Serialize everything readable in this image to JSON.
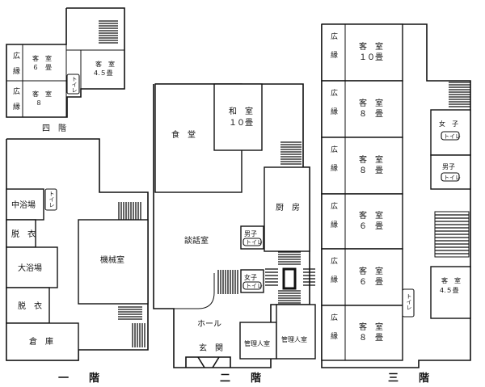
{
  "floors": {
    "f4": {
      "title": "四　階",
      "rooms": {
        "engawa_1": "広縁",
        "guest_6_name": "客　室",
        "guest_6_size": "６　畳",
        "engawa_2": "広縁",
        "guest_8_name": "客　室",
        "guest_8_size": "８",
        "toilet": "トイレ",
        "guest_45_name": "客　室",
        "guest_45_size": "4.５畳"
      }
    },
    "f1": {
      "title": "一　階",
      "rooms": {
        "small_bath": "中浴場",
        "toilet": "トイレ",
        "changing_1": "脱　衣",
        "large_bath": "大浴場",
        "changing_2": "脱　衣",
        "storage": "倉　庫",
        "machine": "機械室"
      }
    },
    "f2": {
      "title": "二　階",
      "rooms": {
        "dining": "食　堂",
        "washitsu_name": "和　室",
        "washitsu_size": "１０畳",
        "lounge": "談話室",
        "kitchen": "厨　房",
        "men_label": "男子",
        "men_toilet": "トイレ",
        "women_label": "女子",
        "women_toilet": "トイレ",
        "hall": "ホール",
        "entrance": "玄　関",
        "manager_1": "管理人室",
        "manager_2": "管理人室"
      }
    },
    "f3": {
      "title": "三　階",
      "engawa": [
        "広縁",
        "広縁",
        "広縁",
        "広縁",
        "広縁",
        "広縁"
      ],
      "guest_rooms": [
        {
          "name": "客　室",
          "size": "１０畳"
        },
        {
          "name": "客　室",
          "size": "８　畳"
        },
        {
          "name": "客　室",
          "size": "８　畳"
        },
        {
          "name": "客　室",
          "size": "６　畳"
        },
        {
          "name": "客　室",
          "size": "６　畳"
        },
        {
          "name": "客　室",
          "size": "８　畳"
        }
      ],
      "women_label": "女　子",
      "women_toilet": "トイレ",
      "men_label": "男子",
      "men_toilet": "トイレ",
      "guest_45_name": "客　室",
      "guest_45_size": "4.５畳",
      "toilet": "トイレ"
    }
  }
}
